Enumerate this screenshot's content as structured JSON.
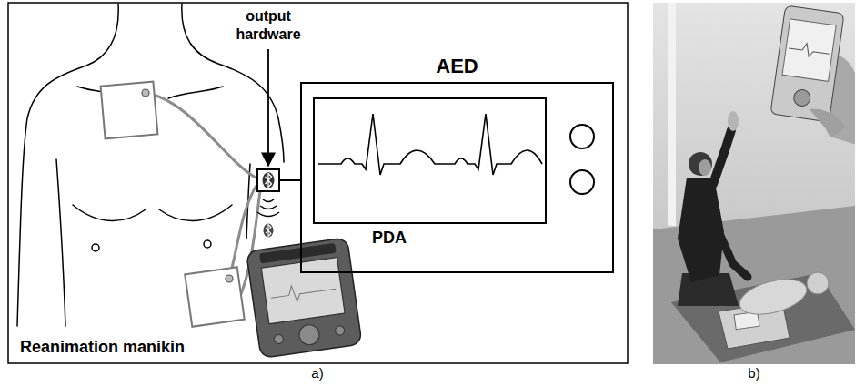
{
  "diagram": {
    "nodes": [
      {
        "text": [
          "AED"
        ]
      }
    ],
    "labels": [
      "output hardware",
      "PDA",
      "Reanimation manikin",
      "a)",
      "b)"
    ]
  }
}
